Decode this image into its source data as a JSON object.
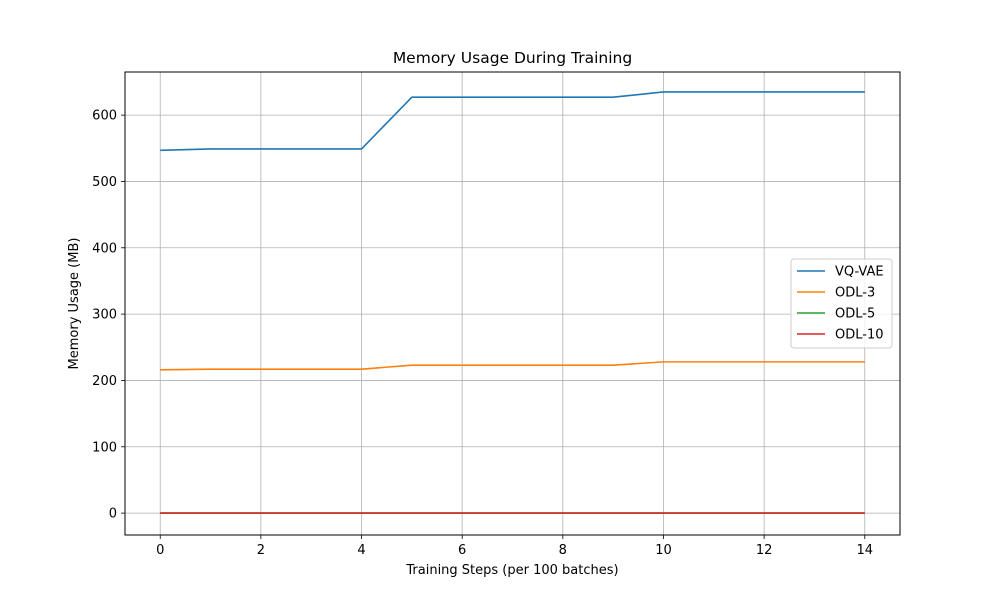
{
  "chart_data": {
    "type": "line",
    "title": "Memory Usage During Training",
    "xlabel": "Training Steps (per 100 batches)",
    "ylabel": "Memory Usage (MB)",
    "x": [
      0,
      1,
      2,
      3,
      4,
      5,
      6,
      7,
      8,
      9,
      10,
      11,
      12,
      13,
      14
    ],
    "xlim": [
      -0.7,
      14.7
    ],
    "ylim": [
      -33,
      665
    ],
    "xticks": [
      0,
      2,
      4,
      6,
      8,
      10,
      12,
      14
    ],
    "yticks": [
      0,
      100,
      200,
      300,
      400,
      500,
      600
    ],
    "grid": true,
    "legend_position": "center-right",
    "series": [
      {
        "name": "VQ-VAE",
        "color": "#1f77b4",
        "values": [
          547,
          549,
          549,
          549,
          549,
          627,
          627,
          627,
          627,
          627,
          635,
          635,
          635,
          635,
          635
        ]
      },
      {
        "name": "ODL-3",
        "color": "#ff7f0e",
        "values": [
          216,
          217,
          217,
          217,
          217,
          223,
          223,
          223,
          223,
          223,
          228,
          228,
          228,
          228,
          228
        ]
      },
      {
        "name": "ODL-5",
        "color": "#2ca02c",
        "values": [
          0,
          0,
          0,
          0,
          0,
          0,
          0,
          0,
          0,
          0,
          0,
          0,
          0,
          0,
          0
        ]
      },
      {
        "name": "ODL-10",
        "color": "#d62728",
        "values": [
          0,
          0,
          0,
          0,
          0,
          0,
          0,
          0,
          0,
          0,
          0,
          0,
          0,
          0,
          0
        ]
      }
    ]
  }
}
